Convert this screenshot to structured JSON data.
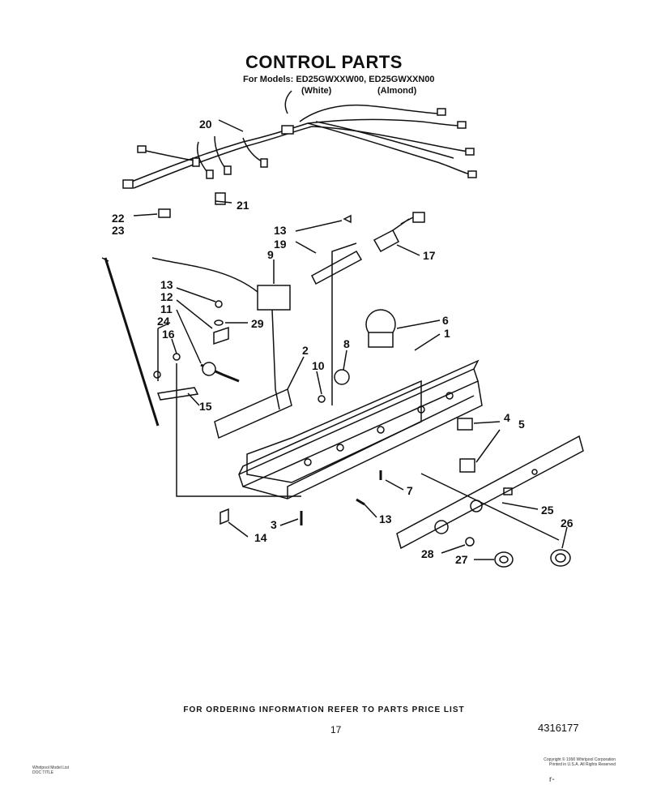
{
  "header": {
    "title": "CONTROL PARTS",
    "models_line": "For Models: ED25GWXXW00, ED25GWXXN00",
    "variant_white": "(White)",
    "variant_almond": "(Almond)"
  },
  "callouts": [
    "20",
    "21",
    "22",
    "23",
    "13",
    "19",
    "17",
    "9",
    "13",
    "12",
    "11",
    "29",
    "24",
    "16",
    "15",
    "2",
    "10",
    "8",
    "6",
    "1",
    "4",
    "5",
    "7",
    "3",
    "14",
    "13",
    "25",
    "26",
    "28",
    "27"
  ],
  "footer": {
    "ordering_info": "FOR ORDERING INFORMATION REFER TO PARTS PRICE LIST",
    "page_number": "17",
    "part_number": "4316177"
  },
  "small_print": {
    "left_line1": "Whirlpool Model List",
    "left_line2": "DOC TITLE",
    "right_line1": "Copyright © 1990 Whirlpool Corporation",
    "right_line2": "Printed in U.S.A. All Rights Reserved",
    "corner": "r-"
  }
}
